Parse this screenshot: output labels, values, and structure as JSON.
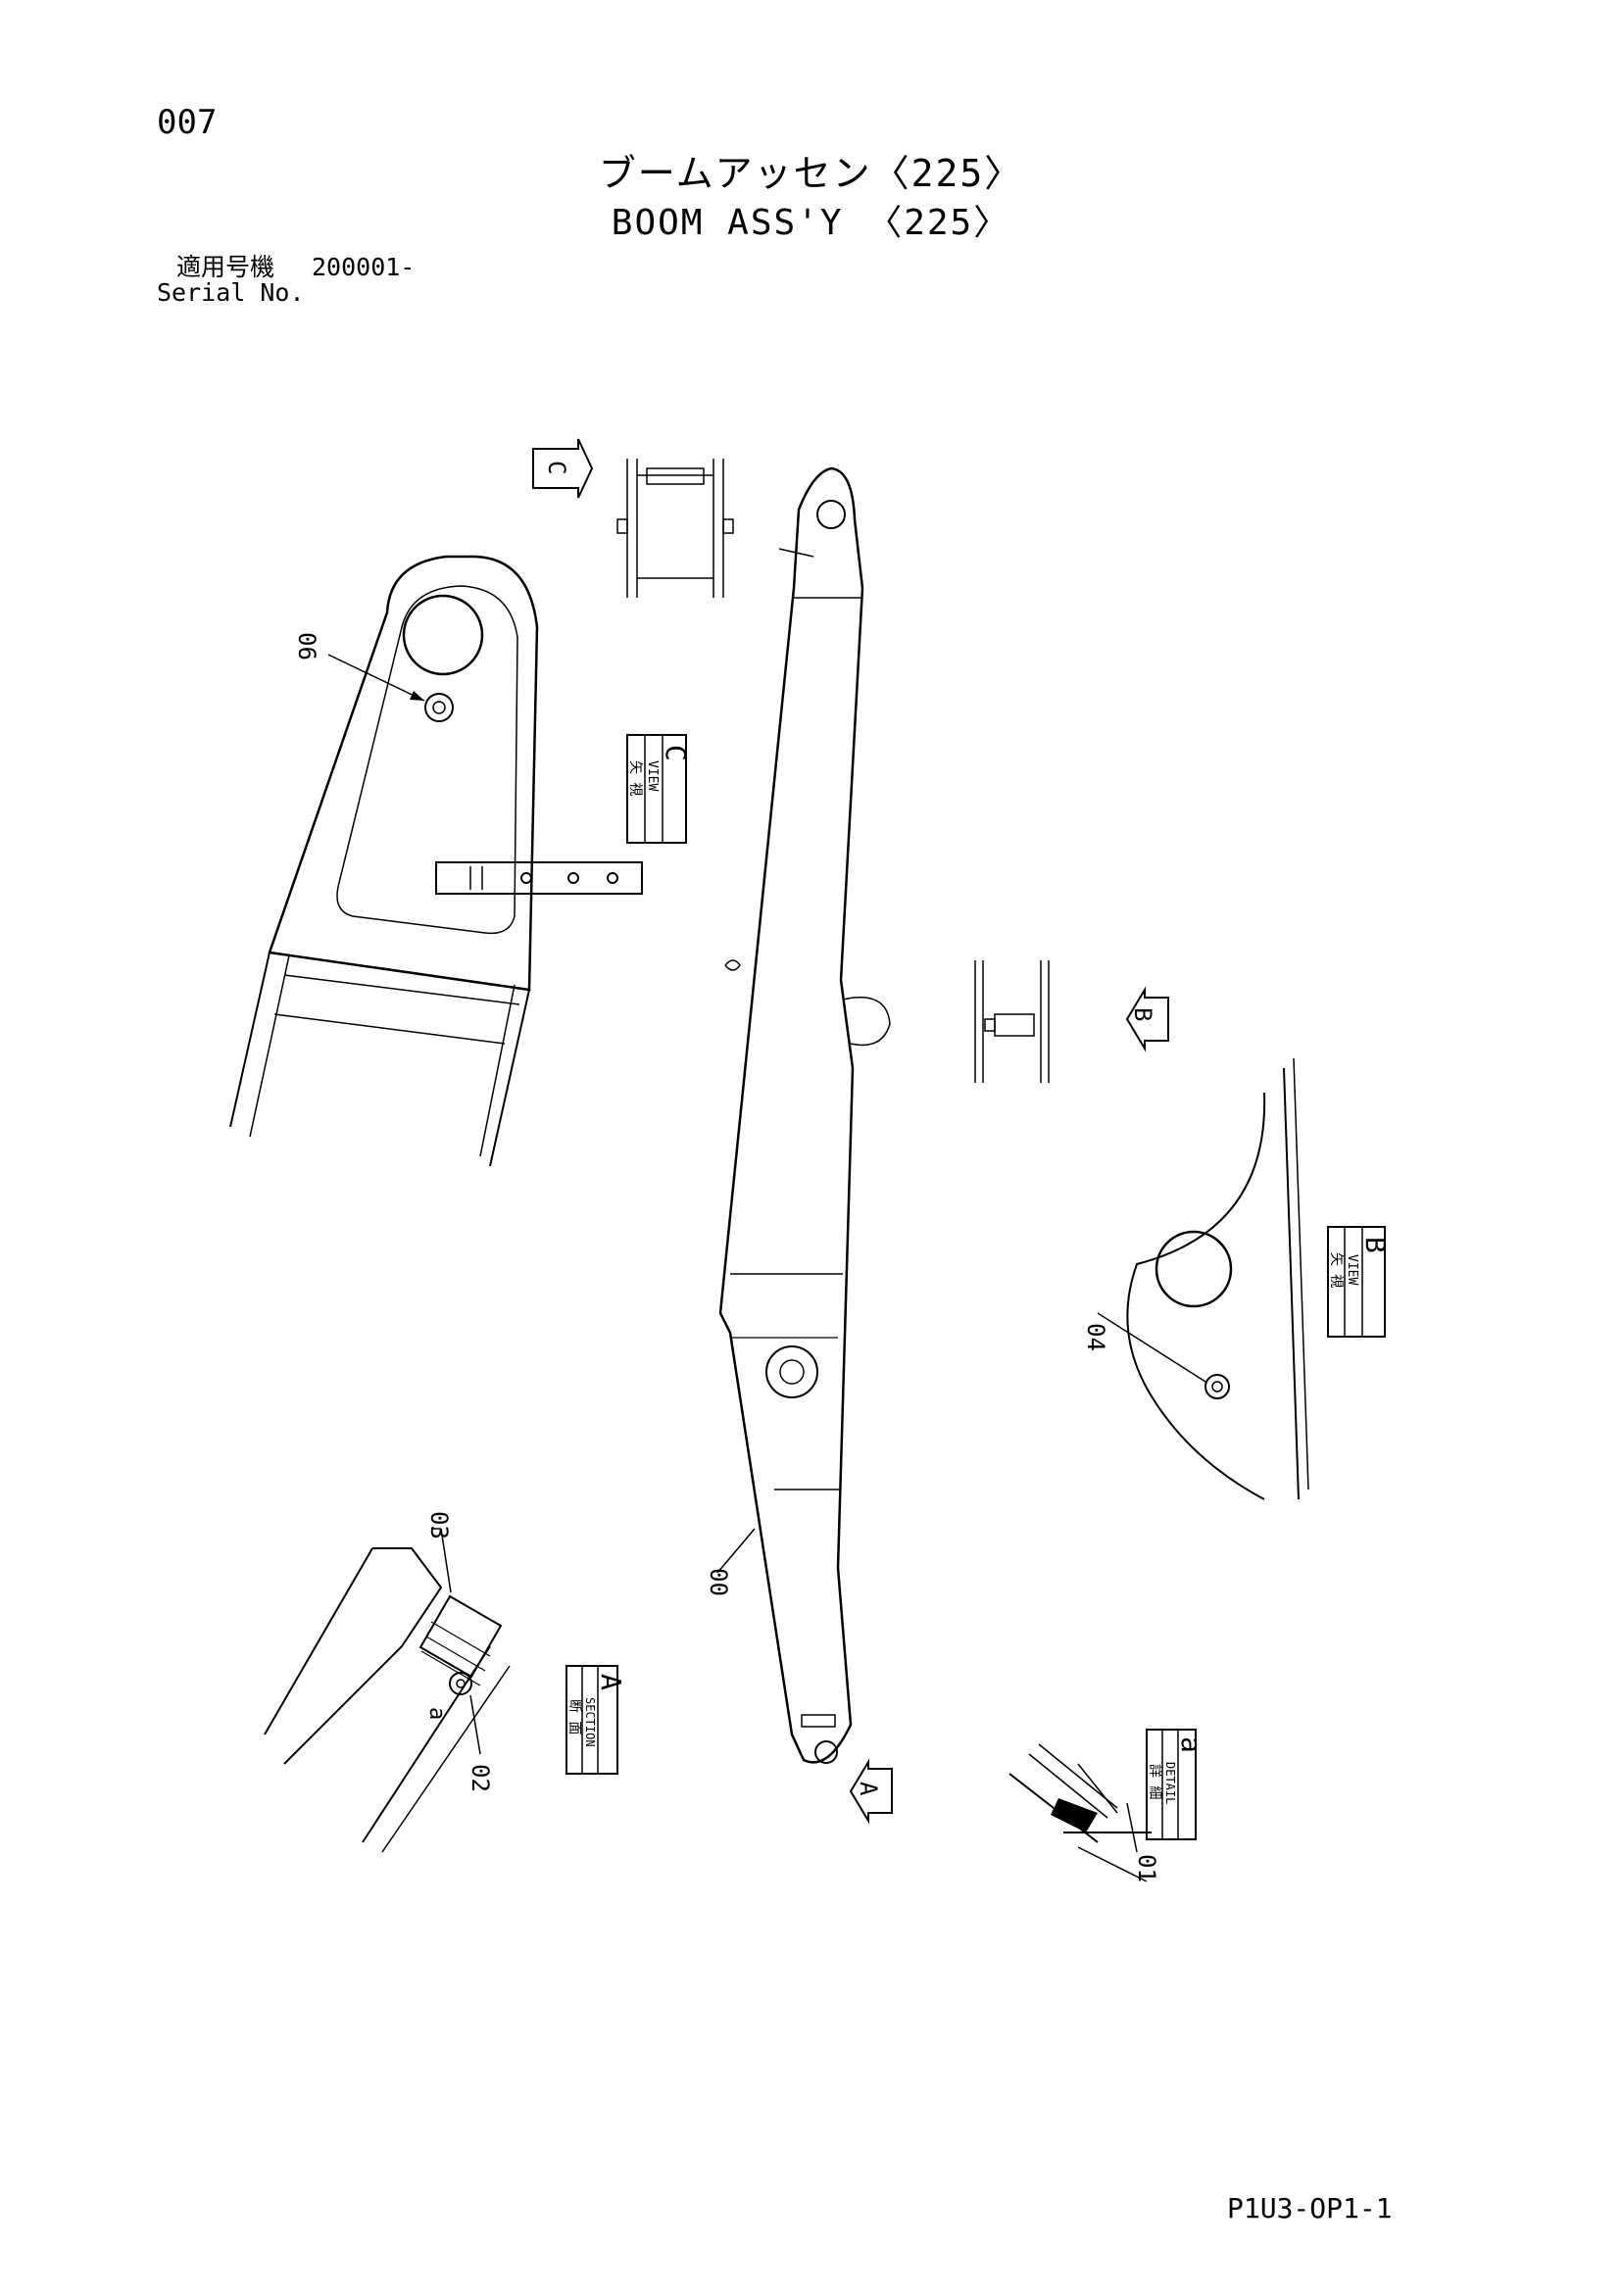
{
  "page_number": "007",
  "title_ja": "ブームアッセン〈225〉",
  "title_en": "BOOM ASS'Y 〈225〉",
  "serial": {
    "label_ja": "適用号機",
    "label_en": "Serial No.",
    "value": "200001-"
  },
  "doc_code": "P1U3-OP1-1",
  "part_numbers": [
    "00",
    "01",
    "02",
    "03",
    "04",
    "06"
  ],
  "views": {
    "view_c": {
      "letter": "C",
      "ja": "矢 視",
      "en": "VIEW"
    },
    "view_b": {
      "letter": "B",
      "ja": "矢 視",
      "en": "VIEW"
    },
    "section_a": {
      "letter": "A",
      "ja": "断 面",
      "en": "SECTION"
    },
    "detail_a": {
      "letter": "a",
      "ja": "詳 細",
      "en": "DETAIL"
    }
  },
  "arrows": {
    "c": "C",
    "b": "B",
    "a": "A"
  },
  "detail_callout": "a"
}
